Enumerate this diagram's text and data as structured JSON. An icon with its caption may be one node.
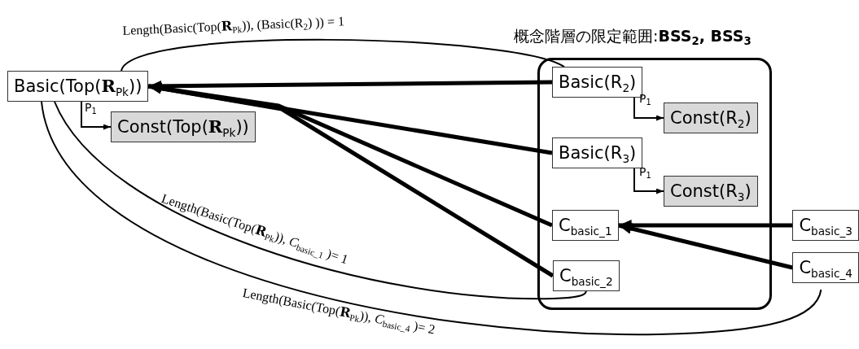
{
  "diagram": {
    "nodes": [
      {
        "text": [
          "Basic(Top(**R**$_{Pk}$))"
        ]
      },
      {
        "text": [
          "Const(Top(**R**$_{Pk}$))"
        ]
      },
      {
        "text": [
          "概念階層の限定範囲:**BSS**$_{2}$**, BSS**$_{3}$"
        ]
      },
      {
        "text": [
          "Basic(R$_{2}$)"
        ],
        "in": 2
      },
      {
        "text": [
          "Const(R$_{2}$)"
        ],
        "in": 2
      },
      {
        "text": [
          "Basic(R$_{3}$)"
        ],
        "in": 2
      },
      {
        "text": [
          "Const(R$_{3}$)"
        ],
        "in": 2
      },
      {
        "text": [
          "C$_{basic_1}$"
        ],
        "in": 2
      },
      {
        "text": [
          "C$_{basic_2}$"
        ],
        "in": 2
      },
      {
        "text": [
          "C$_{basic_3}$"
        ]
      },
      {
        "text": [
          "C$_{basic_4}$"
        ]
      }
    ],
    "edges": [
      {
        "from": 3,
        "to": 0,
        "arrow": "to",
        "style": "thick"
      },
      {
        "from": 5,
        "to": 0,
        "arrow": "to",
        "style": "thick"
      },
      {
        "from": 7,
        "to": 0,
        "arrow": "to",
        "style": "thick"
      },
      {
        "from": 8,
        "to": 0,
        "arrow": "to",
        "style": "thick"
      },
      {
        "from": 9,
        "to": 7,
        "arrow": "to",
        "style": "thick"
      },
      {
        "from": 10,
        "to": 7,
        "arrow": "to",
        "style": "thick"
      },
      {
        "from": 0,
        "to": 1,
        "arrow": "to",
        "label": "P$_{1}$"
      },
      {
        "from": 3,
        "to": 4,
        "arrow": "to",
        "label": "P$_{1}$"
      },
      {
        "from": 5,
        "to": 6,
        "arrow": "to",
        "label": "P$_{1}$"
      },
      {
        "from": 0,
        "to": 3,
        "arrow": "none",
        "label": "Length(Basic(Top(**R**$_{Pk}$)), (Basic(R$_{2}$) )) = 1"
      },
      {
        "from": 0,
        "to": 8,
        "arrow": "none",
        "label": "Length(Basic(Top(**R**$_{Pk}$)), *C*$_{basic_1}$ )= 1"
      },
      {
        "from": 0,
        "to": 10,
        "arrow": "none",
        "label": "Length(Basic(Top(**R**$_{Pk}$)), *C*$_{basic_4}$ )= 2"
      }
    ]
  }
}
